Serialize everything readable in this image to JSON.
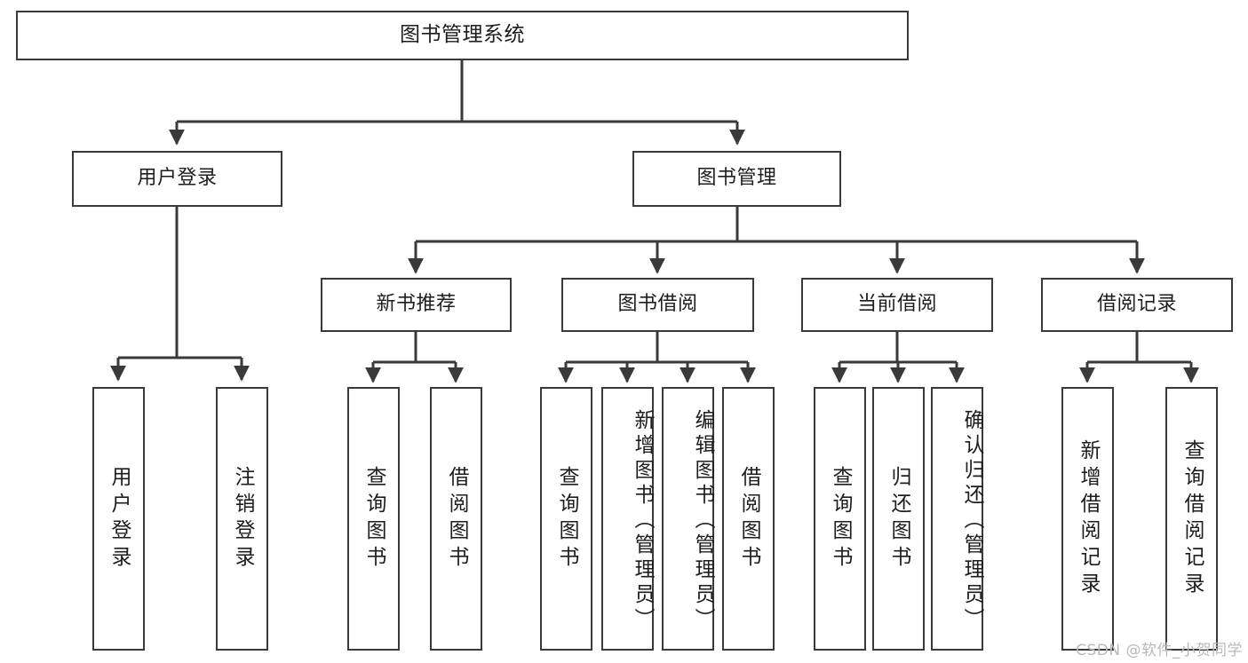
{
  "diagram": {
    "type": "tree",
    "title": "图书管理系统",
    "watermark": "CSDN @软件_小贺同学",
    "colors": {
      "stroke": "#3a3a3a",
      "fill": "#ffffff",
      "text": "#1d1d1d",
      "watermark": "#b9b9b9"
    },
    "nodes": {
      "root": "图书管理系统",
      "level2": [
        "用户登录",
        "图书管理"
      ],
      "level3": [
        "新书推荐",
        "图书借阅",
        "当前借阅",
        "借阅记录"
      ],
      "leaves": {
        "user_login": [
          "用户登录",
          "注销登录"
        ],
        "new_book": [
          "查询图书",
          "借阅图书"
        ],
        "book_borrow": [
          "查询图书",
          "新增图书（管理员）",
          "编辑图书（管理员）",
          "借阅图书"
        ],
        "current_borrow": [
          "查询图书",
          "归还图书",
          "确认归还（管理员）"
        ],
        "borrow_record": [
          "新增借阅记录",
          "查询借阅记录"
        ]
      }
    }
  }
}
